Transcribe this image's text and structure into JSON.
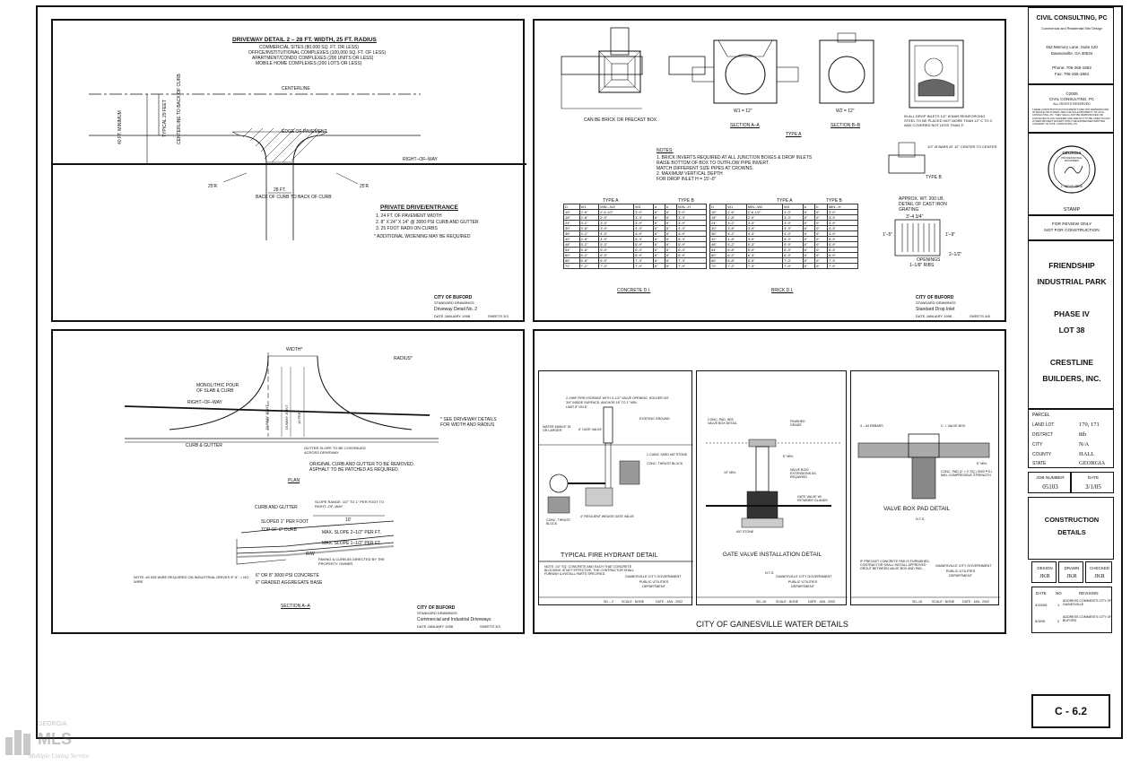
{
  "driveway2": {
    "title": "DRIVEWAY DETAIL 2 – 28 FT. WIDTH, 25 FT. RADIUS",
    "notes": [
      "COMMERCIAL SITES (80,000 SQ. FT. OR LESS)",
      "OFFICE/INSTITUTIONAL COMPLEXES (100,000 SQ. FT. OF LESS)",
      "APARTMENT/CONDO COMPLEXES (200 UNITS OR LESS)",
      "MOBILE HOME COMPLEXES (200 LOTS OR LESS)"
    ],
    "centerline": "CENTERLINE",
    "edge": "EDGE OF PAVEMENT",
    "row": "RIGHT–OF–WAY",
    "r_left": "25'R",
    "r_right": "25'R",
    "width": "28 FT.",
    "width_sub": "BACK OF CURB TO BACK OF CURB",
    "vert1": "40 FT. MINIMUM",
    "vert2": "TYPICAL 29 FEET",
    "vert3": "CENTERLINE TO BACK OF CURB",
    "private_title": "PRIVATE DRIVE/ENTRANCE",
    "private_items": [
      "1.  24 FT. OF PAVEMENT WIDTH",
      "2.  8\" X 24\" X 14\" @ 3000 PSI CURB AND GUTTER",
      "3.  25 FOOT RADII ON CURBS"
    ],
    "private_note": "* ADDITIONAL WIDENING MAY BE REQUIRED",
    "city": "CITY  OF  BUFORD",
    "std": "STANDARD DRAWINGS",
    "dwg": "Driveway Detail No. 2",
    "date": "DATE  JANUARY 1998",
    "sheet": "SHEETS 3/3"
  },
  "junction": {
    "caption": "CAN BE BRICK OR PRECAST BOX.",
    "sec_a": "SECTION A–A",
    "sec_b": "SECTION B–B",
    "type_a": "TYPE A",
    "dims_a": "W1 = 12\"",
    "dims_b": "W2 = 12\"",
    "notes_title": "NOTES:",
    "notes": [
      "1.  BRICK INVERTS REQUIRED AT ALL JUNCTION BOXES & DROP INLETS",
      "    RAISE BOTTOM OF BOX TO OUTFLOW PIPE INVERT.",
      "    MATCH DIFFERENT SIZE PIPES AT CROWNS.",
      "2.  MAXIMUM VERTICAL DEPTH",
      "    FOR DROP INLET H = 15'–0\""
    ],
    "drop_note": "IN ALL DROP INLETS 1/2\" Ø BAR REINFORCING STEEL TO BE PLACED NOT MORE THAN 12\" C TO C AND COVERED NOT LESS THAN 3\".",
    "bar_note": "1/2\" Ø BARS AT 12\" CENTER TO CENTER",
    "type_b": "TYPE B",
    "grating1": "APPROX. WT. 200 LB.",
    "grating2": "DETAIL OF CAST IRON GRATING",
    "grating_dim1": "3'–4 3/4\"",
    "grating_dim2": "1'–5\"",
    "grating_dim3": "1'–9\"",
    "grating_dim4": "OPENINGS",
    "grating_dim5": "1–1/8\" RIBS",
    "grating_dim6": "2–1/2\"",
    "table_type_a": "TYPE A",
    "table_type_b": "TYPE B",
    "table_headers": [
      "D",
      "W1",
      "MIN.–W2",
      "W3",
      "a",
      "b",
      "MIN.–H"
    ],
    "table_rows": [
      [
        "15\"",
        "2'-6\"",
        "2'-6 1/2\"",
        "3'-0\"",
        "6\"",
        "6\"",
        "3'-0\""
      ],
      [
        "18\"",
        "2'-8\"",
        "2'-9\"",
        "3'-3\"",
        "6\"",
        "6\"",
        "3'-3\""
      ],
      [
        "24\"",
        "3'-2\"",
        "3'-3\"",
        "3'-9\"",
        "6\"",
        "6\"",
        "3'-9\""
      ],
      [
        "30\"",
        "3'-8\"",
        "3'-9\"",
        "4'-3\"",
        "6\"",
        "6\"",
        "4'-3\""
      ],
      [
        "36\"",
        "4'-2\"",
        "4'-3\"",
        "4'-9\"",
        "6\"",
        "6\"",
        "4'-9\""
      ],
      [
        "42\"",
        "4'-8\"",
        "4'-9\"",
        "5'-3\"",
        "6\"",
        "6\"",
        "5'-3\""
      ],
      [
        "48\"",
        "5'-2\"",
        "5'-3\"",
        "5'-9\"",
        "6\"",
        "6\"",
        "5'-9\""
      ],
      [
        "54\"",
        "5'-8\"",
        "5'-9\"",
        "6'-3\"",
        "6\"",
        "6\"",
        "6'-3\""
      ],
      [
        "60\"",
        "6'-2\"",
        "6'-3\"",
        "6'-9\"",
        "6\"",
        "6\"",
        "6'-9\""
      ],
      [
        "66\"",
        "6'-8\"",
        "6'-9\"",
        "7'-3\"",
        "6\"",
        "6\"",
        "7'-3\""
      ],
      [
        "72\"",
        "7'-2\"",
        "7'-3\"",
        "7'-9\"",
        "6\"",
        "6\"",
        "7'-9\""
      ]
    ],
    "concrete": "CONCRETE D.I.",
    "brick": "BRICK D.I.",
    "city": "CITY  OF  BUFORD",
    "std": "STANDARD DRAWINGS",
    "dwg": "Standard Drop Inlet",
    "date": "DATE  JANUARY 1998",
    "sheet": "SHEETS 4/8"
  },
  "driveway_plan": {
    "width": "WIDTH*",
    "radius": "RADIUS*",
    "monolithic": "MONOLITHIC POUR OF SLAB & CURB",
    "row": "RIGHT–OF–WAY",
    "curb": "CURB & GUTTER",
    "gutter": "GUTTER SLOPE TO BE CONTINUED ACROSS DRIVEWAY",
    "joint1": "DUMMY JOINT",
    "joint2": "DUMMY JOINT",
    "joint3": "10 FEET",
    "see": "* SEE DRIVEWAY DETAILS FOR WIDTH AND RADIUS",
    "orig": "ORIGINAL CURB AND GUTTER TO BE REMOVED. ASPHALT TO BE PATCHED AS REQUIRED.",
    "plan": "PLAN",
    "sec_curb": "CURB AND GUTTER",
    "sec_slope": "SLOPE RANGE: 1/2\" TO 1\" PER FOOT TO RIGHT–OF–WAY",
    "sec_10": "10'",
    "sec_sloped": "SLOPED 1\" PER FOOT",
    "sec_top": "TOP OF 6\" CURB",
    "sec_max": "MAX. SLOPE 2–1/2\" PER FT.",
    "sec_max2": "MAX. SLOPE 1–1/2\" PER FT.",
    "sec_rw": "R/W",
    "sec_paving": "PAVING & CURB AS DIRECTED BY THE PROPERTY OWNER",
    "sec_conc": "6\" OR 8\" 3000 PSI CONCRETE",
    "sec_base": "6\" GRADED AGGREGATE BASE",
    "sec_note": "NOTE: #4 535 WIRE REQUIRED ON INDUSTRIAL DRIVES IF 6\", = NO WIRE",
    "sec_title": "SECTION A–A",
    "city": "CITY  OF  BUFORD",
    "std": "STANDARD DRAWINGS",
    "dwg": "Commercial and Industrial Driveways",
    "date": "DATE  JANUARY 1998",
    "sheet": "SHEETS 3/3"
  },
  "water": {
    "hydrant_notes": [
      "2–HWF FIRE HYDRANT WITH 4–1/2\" VALVE OPENING, HOLDER 4/4\"",
      "3/4\" INSIDE SURFACE, ANCHOR 18\" TO 1\" MIN.",
      "LIMIT 8\" ON 6\""
    ],
    "hydrant_labels": [
      "WATER MAIN 6\" DI OR LARGER",
      "6\" GATE VALVE",
      "EXISTING GROUND",
      "CONC. THRUST BLOCK",
      "1 CUBIC YARD #57 STONE",
      "4\" RESILIENT WEDGE GATE VALVE",
      "CONC. THRUST BLOCK"
    ],
    "hydrant_title": "TYPICAL FIRE HYDRANT DETAIL",
    "hydrant_note": "NOTE: 1/2\" SQ. CONCRETE AND EACH THAT CONCRETE BLOCKING IS NOT EFFECTIVE, THE CONTRACTOR SHALL FURNISH & INSTALL PARTS SPECIFIED.",
    "gate_labels": [
      "CONC. PAD, SEE VALVE BOX DETAIL",
      "FINISHED GRADE",
      "VALVE BOX/ EXTENSIONS AS REQUIRED",
      "GATE VALVE W/ RETAINER GLANDS",
      "#57 STONE",
      "10\" MIN.",
      "6\" MIN."
    ],
    "gate_title": "GATE VALVE INSTALLATION DETAIL",
    "gate_nts": "N.T.S.",
    "pad_labels": [
      "4 – #4 REBARS",
      "C. I. VALVE BOX",
      "CONC. PAD (2' × 2' SQ.) 3000 P.S.I. MIN. COMPRESSIVE STRENGTH",
      "6\" MIN."
    ],
    "pad_title": "VALVE BOX PAD DETAIL",
    "pad_nts": "N.T.S.",
    "pad_note": "IF PRECAST CONCRETE PAD IS FURNISHED, CONTRACTOR SHALL INSTALL APPROVED GROUT BETWEEN VALVE BOX AND PAD.",
    "gov": "GAINESVILLE CITY GOVERNMENT",
    "dept1": "PUBLIC UTILITIES DEPARTMENT",
    "sd1": "SD – 2",
    "sd2": "SD–16",
    "sd3": "SD–16",
    "scale": "SCALE : NONE",
    "dt": "DATE : JAN., 2002",
    "main_title": "CITY OF GAINESVILLE WATER DETAILS"
  },
  "titleblock": {
    "firm": "CIVIL CONSULTING, PC",
    "firm_sub": "Commercial and Residential Site Design",
    "addr1": "462 Memory Lane, Suite 120",
    "addr2": "Dawsonville, GA 30534",
    "phone": "Phone: 706-265-1863",
    "fax": "Fax: 706-265-1864",
    "copy1": "©2005",
    "copy2": "CIVIL CONSULTING, PC",
    "copy3": "ALL RIGHTS RESERVED",
    "copy_text": "THESE CONSTRUCTION DOCUMENTS ARE NOT REPRODUCED IN WHOLE OR IN PART, ARE THE SOLE PROPERTY OF CIVIL CONSULTING, PC. THEY SHALL NOT BE REPRODUCED OR CONVEYED IN ANY MANNER AND ARE NOT TO BE USED ON ANY OTHER PROJECT EXCEPT WITH THE EXPRESSED WRITTEN CONSENT OF CIVIL CONSULTING, PC.",
    "stamp_top": "GEORGIA",
    "stamp_mid": "PROFESSIONAL ENGINEER",
    "stamp_bot": "L. KEVIN REID",
    "stamp": "STAMP",
    "review1": "FOR REVIEW ONLY",
    "review2": "NOT FOR CONSTRUCTION",
    "proj1": "FRIENDSHIP",
    "proj2": "INDUSTRIAL PARK",
    "proj3": "PHASE IV",
    "proj4": "LOT 38",
    "proj5": "CRESTLINE",
    "proj6": "BUILDERS, INC.",
    "parcel": "PARCEL",
    "land_lot_k": "LAND LOT",
    "land_lot_v": "170, 171",
    "district_k": "DISTRICT",
    "district_v": "8th",
    "city_k": "CITY",
    "city_v": "N/A",
    "county_k": "COUNTY",
    "county_v": "HALL",
    "state_k": "STATE",
    "state_v": "GEORGIA",
    "job_k": "JOB NUMBER",
    "job_v": "05103",
    "date_k": "DATE",
    "date_v": "3/1/05",
    "sheet_title1": "CONSTRUCTION",
    "sheet_title2": "DETAILS",
    "design_k": "DESIGN",
    "design_v": "JKR",
    "drawn_k": "DRAWN",
    "drawn_v": "JKR",
    "checked_k": "CHECKED",
    "checked_v": "JKR",
    "rev_date": "DATE",
    "rev_no": "NO",
    "rev_rev": "REVISION",
    "rev1_date": "4/15/05",
    "rev1_no": "1",
    "rev1_text": "ADDRESS COMMENTS CITY OF GAINESVILLE",
    "rev2_date": "5/3/05",
    "rev2_no": "2",
    "rev2_text": "ADDRESS COMMENTS CITY OF BUFORD",
    "sheet_no": "C - 6.2"
  },
  "watermark": {
    "top": "GEORGIA",
    "mid": "MLS",
    "bot": "Multiple Listing Service"
  }
}
